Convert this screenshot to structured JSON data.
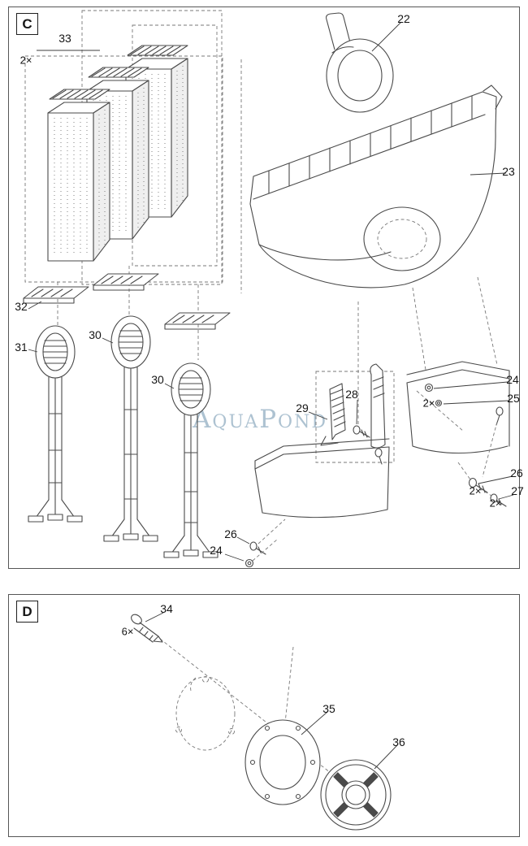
{
  "page": {
    "background": "#ffffff"
  },
  "colors": {
    "line": "#4a4a4a",
    "panel_border": "#565656",
    "label_text": "#141414",
    "watermark": "#9fb8c9"
  },
  "panel_c": {
    "label": "C",
    "watermark": "AquaPond",
    "parts": {
      "p33": "33",
      "q33": "2×",
      "p22": "22",
      "p23": "23",
      "p32": "32",
      "p31": "31",
      "p30a": "30",
      "p30b": "30",
      "p29": "29",
      "p28": "28",
      "p24r": "24",
      "p25": "25",
      "q24": "2×",
      "p26r": "26",
      "q26": "2×",
      "p27": "27",
      "q27": "2×",
      "p26b": "26",
      "p24b": "24"
    }
  },
  "panel_d": {
    "label": "D",
    "parts": {
      "p34": "34",
      "q34": "6×",
      "p35": "35",
      "p36": "36"
    }
  }
}
